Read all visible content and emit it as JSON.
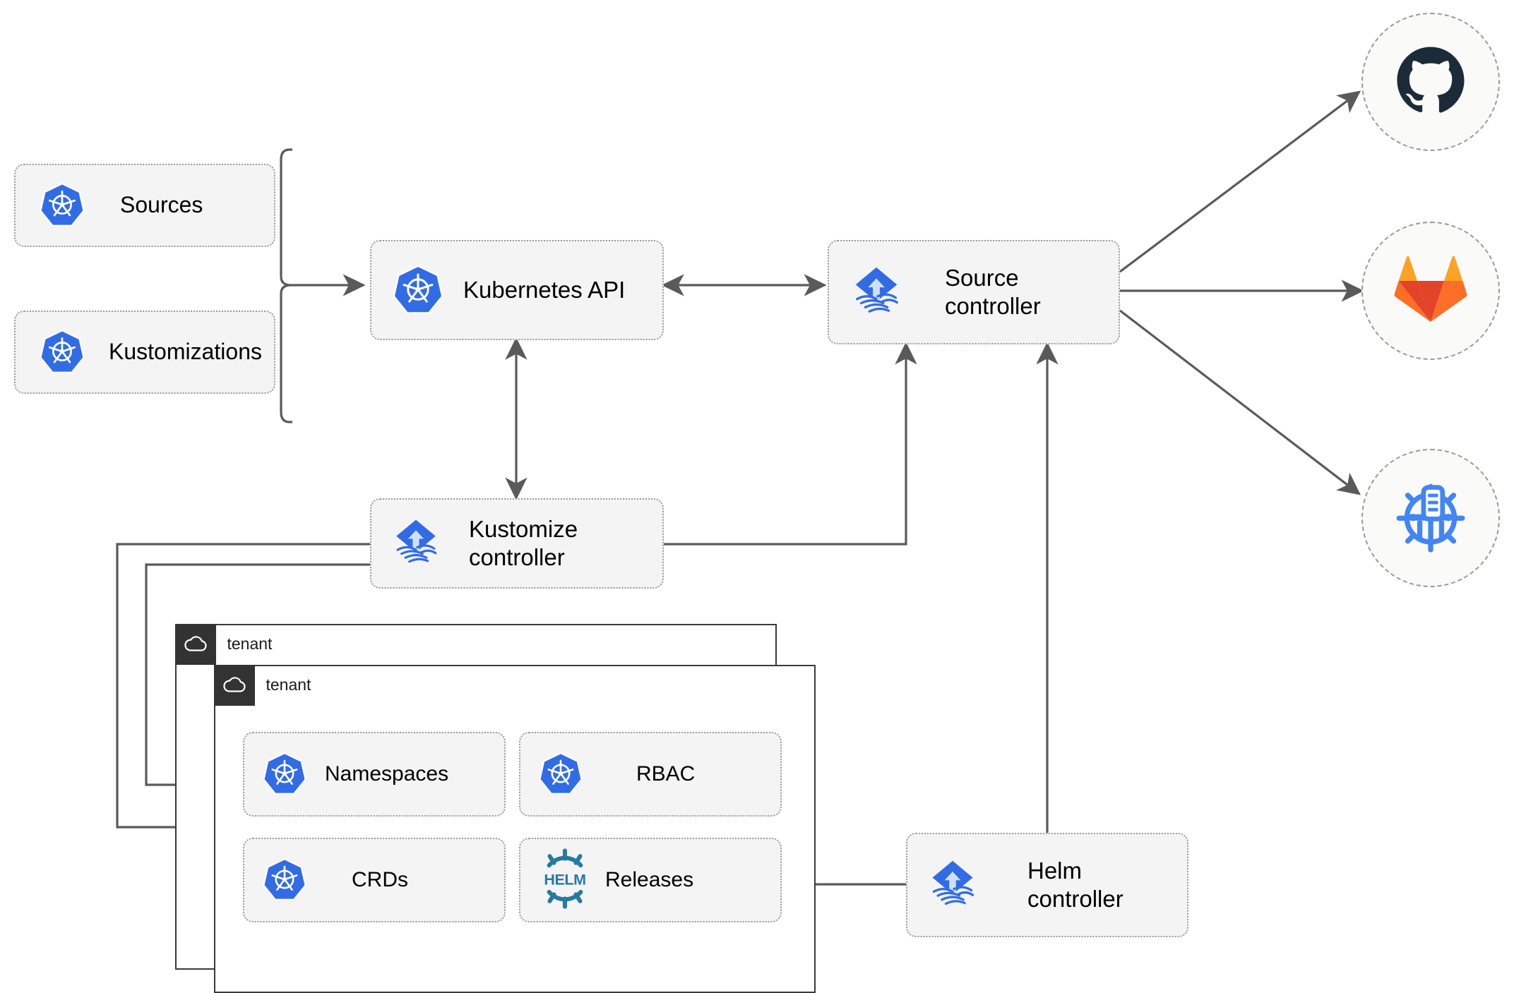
{
  "diagram": {
    "title": "Flux GitOps toolkit architecture",
    "colors": {
      "kubernetes_blue": "#326CE5",
      "flux_blue": "#326CE5",
      "helm_teal": "#277A9F",
      "github_navy": "#1B2B3A",
      "gitlab_orange": "#E24329",
      "gitlab_light_orange": "#FCA326",
      "node_fill": "#F4F4F4",
      "node_border": "#9A9A9A",
      "wire": "#5A5A5A",
      "tenant_border": "#3A3A3A",
      "tenant_tab": "#333333"
    }
  },
  "inputs": [
    {
      "id": "sources",
      "label": "Sources",
      "icon": "kubernetes-icon"
    },
    {
      "id": "kustomizations",
      "label": "Kustomizations",
      "icon": "kubernetes-icon"
    }
  ],
  "controllers": [
    {
      "id": "kubernetes-api",
      "label": "Kubernetes API",
      "icon": "kubernetes-icon"
    },
    {
      "id": "source-controller",
      "label": "Source\ncontroller",
      "icon": "flux-icon"
    },
    {
      "id": "kustomize-controller",
      "label": "Kustomize\ncontroller",
      "icon": "flux-icon"
    },
    {
      "id": "helm-controller",
      "label": "Helm\ncontroller",
      "icon": "flux-icon"
    }
  ],
  "providers": [
    {
      "id": "github",
      "icon": "github-icon",
      "name": "GitHub"
    },
    {
      "id": "gitlab",
      "icon": "gitlab-icon",
      "name": "GitLab"
    },
    {
      "id": "helm-repository",
      "icon": "helm-registry-icon",
      "name": "Helm repository"
    }
  ],
  "tenants": [
    {
      "id": "tenant-back",
      "label": "tenant",
      "icon": "cloud-icon"
    },
    {
      "id": "tenant-front",
      "label": "tenant",
      "icon": "cloud-icon"
    }
  ],
  "tenant_resources": [
    {
      "id": "namespaces",
      "label": "Namespaces",
      "icon": "kubernetes-icon"
    },
    {
      "id": "rbac",
      "label": "RBAC",
      "icon": "kubernetes-icon"
    },
    {
      "id": "crds",
      "label": "CRDs",
      "icon": "kubernetes-icon"
    },
    {
      "id": "releases",
      "label": "Releases",
      "icon": "helm-icon"
    }
  ],
  "connections": [
    {
      "from": "inputs-bracket",
      "to": "kubernetes-api",
      "type": "arrow"
    },
    {
      "from": "kubernetes-api",
      "to": "source-controller",
      "type": "double-arrow"
    },
    {
      "from": "kubernetes-api",
      "to": "kustomize-controller",
      "type": "double-arrow"
    },
    {
      "from": "kustomize-controller",
      "to": "source-controller",
      "type": "arrow"
    },
    {
      "from": "helm-controller",
      "to": "source-controller",
      "type": "arrow"
    },
    {
      "from": "source-controller",
      "to": "github",
      "type": "arrow"
    },
    {
      "from": "source-controller",
      "to": "gitlab",
      "type": "arrow"
    },
    {
      "from": "source-controller",
      "to": "helm-repository",
      "type": "arrow"
    },
    {
      "from": "kustomize-controller",
      "to": "tenant-back",
      "type": "arrow"
    },
    {
      "from": "kustomize-controller",
      "to": "tenant-front",
      "type": "arrow"
    },
    {
      "from": "helm-controller",
      "to": "releases",
      "type": "arrow"
    }
  ]
}
